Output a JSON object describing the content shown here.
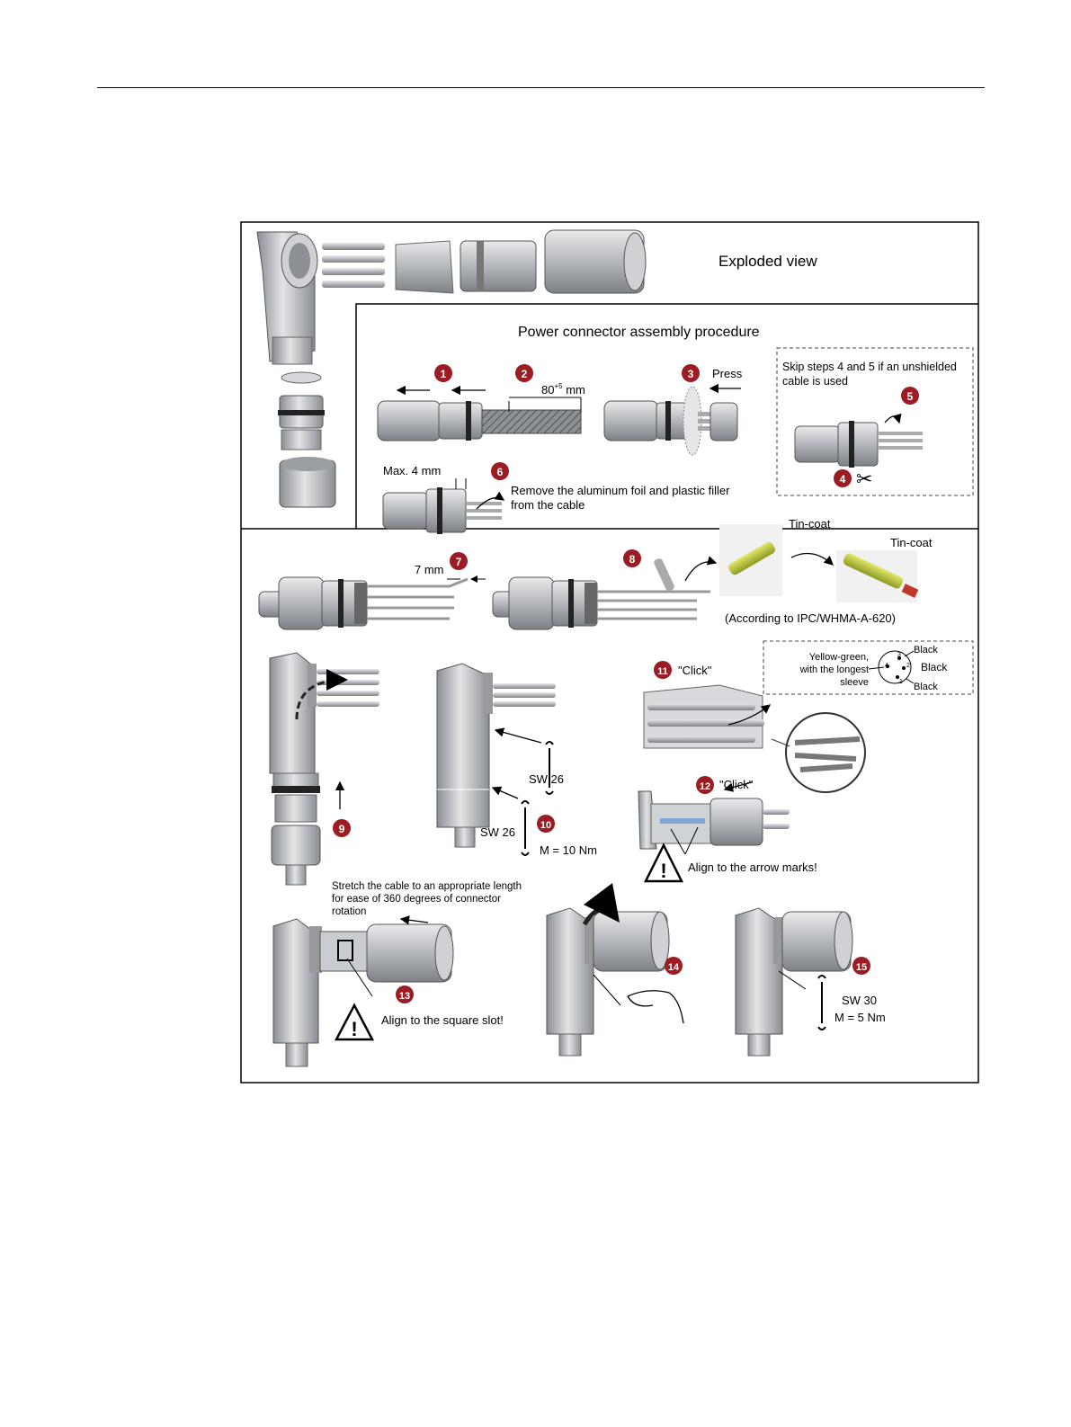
{
  "exploded_title": "Exploded view",
  "procedure_title": "Power connector assembly procedure",
  "press": "Press",
  "strip_length": "80",
  "strip_length_sup": "+5",
  "strip_unit": " mm",
  "skip_note_line1": "Skip steps 4 and 5 if an unshielded",
  "skip_note_line2": "cable is used",
  "max_label": "Max. 4 mm",
  "remove_line1": "Remove the aluminum foil and plastic filler",
  "remove_line2": "from the cable",
  "tin_coat_1": "Tin-coat",
  "tin_coat_2": "Tin-coat",
  "seven_mm": "7 mm",
  "ipc_note": "(According to IPC/WHMA-A-620)",
  "click_11": "\"Click\"",
  "click_12": "\"Click\"",
  "pin_yg_1": "Yellow-green,",
  "pin_yg_2": "with the longest",
  "pin_yg_3": "sleeve",
  "pin_black_1": "Black",
  "pin_black_2": "Black",
  "pin_black_3": "Black",
  "pin_num_1": "1",
  "pin_num_2": "2",
  "pin_num_3": "3",
  "pin_num_4": "4",
  "sw26_a": "SW 26",
  "sw26_b": "SW 26",
  "torque_10": "M = 10 Nm",
  "align_arrows": "Align to the arrow marks!",
  "stretch_1": "Stretch the cable to an appropriate length",
  "stretch_2": "for ease of 360 degrees of connector",
  "stretch_3": "rotation",
  "align_slot": "Align to the square slot!",
  "sw30": "SW 30",
  "torque_15": "M = 5 Nm",
  "steps": [
    "1",
    "2",
    "3",
    "4",
    "5",
    "6",
    "7",
    "8",
    "9",
    "10",
    "11",
    "12",
    "13",
    "14",
    "15"
  ],
  "colors": {
    "step_badge": "#9b1c22",
    "metal": "#b9bcc0",
    "metal_dark": "#6e7277",
    "tin": "#b9c23a",
    "line": "#000000"
  }
}
